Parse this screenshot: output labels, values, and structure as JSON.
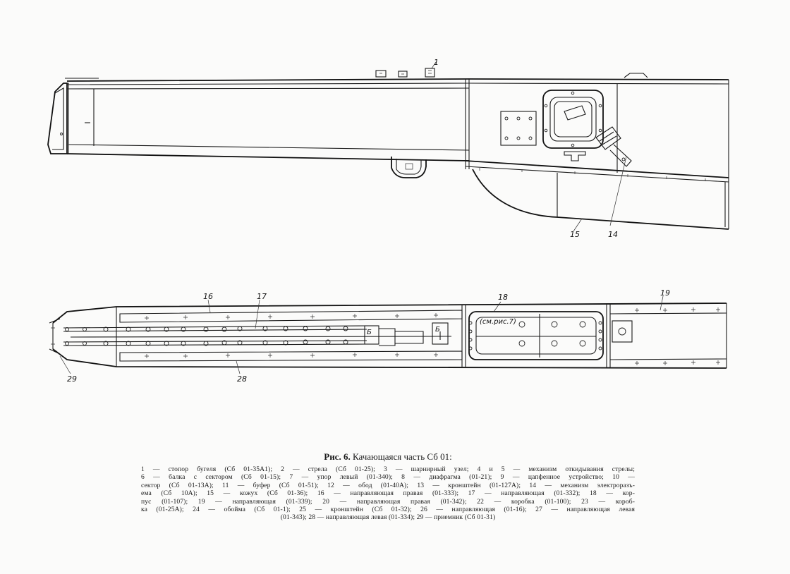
{
  "figure": {
    "title_number": "Рис. 6.",
    "title_text": "Качающаяся часть Сб 01:",
    "legend_lines": [
      "1 — стопор бугеля (Сб 01-35А1); 2 — стрела (Сб 01-25); 3 — шарнирный узел; 4 и 5 — механизм откидывания стрелы;",
      "6 — балка с сектором (Сб 01-15); 7 — упор левый (01-340); 8 — диафрагма (01-21); 9 — цапфенное устройство; 10 —",
      "сектор (Сб 01-13А); 11 — буфер (Сб 01-51); 12 — обод (01-40А); 13 — кронштейн (01-127А); 14 — механизм электроразъ-",
      "ема (Сб 10А); 15 — кожух (Сб 01-36); 16 — направляющая правая (01-333); 17 — направляющая (01-332); 18 — кор-",
      "пус (01-107); 19 — направляющая (01-339); 20 — направляющая правая (01-342); 22 — коробка (01-100); 23 — короб-",
      "ка (01-25А); 24 — обойма (Сб 01-1); 25 — кронштейн (Сб 01-32); 26 — направляющая (01-16); 27 — направляющая левая",
      "(01-343); 28 — направляющая левая (01-334); 29 — приемник (Сб 01-31)"
    ]
  },
  "callouts": {
    "c1": "1",
    "c14": "14",
    "c15": "15",
    "c16": "16",
    "c17": "17",
    "c18": "18",
    "c19": "19",
    "c28": "28",
    "c29": "29",
    "see_ref": "(см.рис.7)",
    "small_b1": "Б",
    "small_b2": "Б"
  }
}
